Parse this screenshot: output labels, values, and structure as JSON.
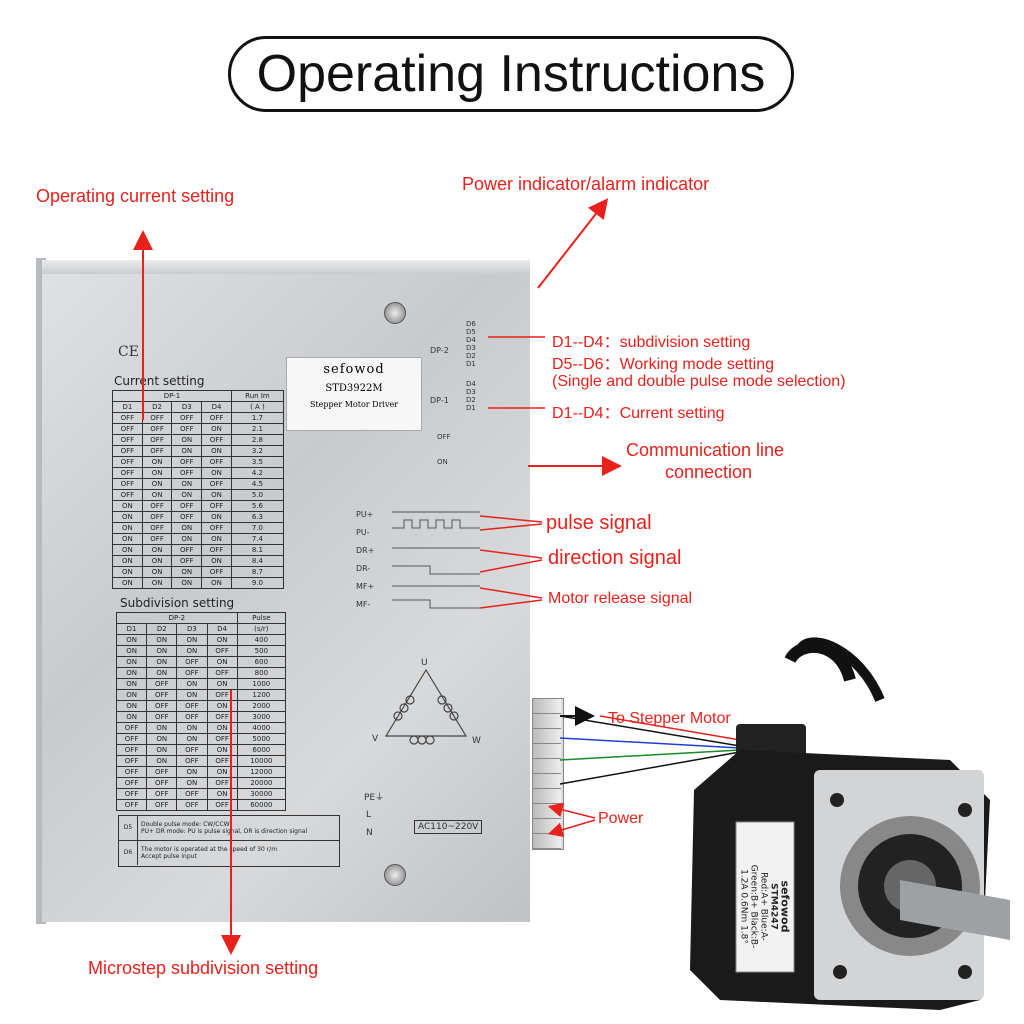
{
  "title": "Operating Instructions",
  "annotations": {
    "operating_current": "Operating current setting",
    "power_indicator": "Power indicator/alarm indicator",
    "subdivision_setting": "D1--D4：subdivision setting",
    "working_mode": "D5--D6：Working mode setting",
    "pulse_mode": "(Single and double pulse mode selection)",
    "current_setting": "D1--D4：Current setting",
    "comm_line_1": "Communication line",
    "comm_line_2": "connection",
    "pulse_signal": "pulse signal",
    "direction_signal": "direction signal",
    "motor_release": "Motor release signal",
    "to_stepper": "To Stepper Motor",
    "power": "Power",
    "microstep": "Microstep subdivision setting"
  },
  "driver": {
    "brand": "sefowod",
    "model": "STD3922M",
    "subtitle": "Stepper Motor Driver",
    "ce": "CE",
    "current_title": "Current setting",
    "subdivision_title": "Subdivision setting",
    "dp1": "DP-1",
    "dp2": "DP-2",
    "run_im": "Run Im",
    "run_unit": "( A )",
    "pulse": "Pulse",
    "pulse_unit": "(s/r)",
    "switch_off": "OFF",
    "switch_on": "ON",
    "dp2_pins": [
      "D6",
      "D5",
      "D4",
      "D3",
      "D2",
      "D1"
    ],
    "dp1_pins": [
      "D4",
      "D3",
      "D2",
      "D1"
    ],
    "signals": [
      "PU+",
      "PU-",
      "DR+",
      "DR-",
      "MF+",
      "MF-"
    ],
    "phase_u": "U",
    "phase_v": "V",
    "phase_w": "W",
    "pe": "PE⏚",
    "l": "L",
    "n": "N",
    "ac": "AC110~220V",
    "current_table": {
      "headers": [
        "D1",
        "D2",
        "D3",
        "D4"
      ],
      "rows": [
        [
          "OFF",
          "OFF",
          "OFF",
          "OFF",
          "1.7"
        ],
        [
          "OFF",
          "OFF",
          "OFF",
          "ON",
          "2.1"
        ],
        [
          "OFF",
          "OFF",
          "ON",
          "OFF",
          "2.8"
        ],
        [
          "OFF",
          "OFF",
          "ON",
          "ON",
          "3.2"
        ],
        [
          "OFF",
          "ON",
          "OFF",
          "OFF",
          "3.5"
        ],
        [
          "OFF",
          "ON",
          "OFF",
          "ON",
          "4.2"
        ],
        [
          "OFF",
          "ON",
          "ON",
          "OFF",
          "4.5"
        ],
        [
          "OFF",
          "ON",
          "ON",
          "ON",
          "5.0"
        ],
        [
          "ON",
          "OFF",
          "OFF",
          "OFF",
          "5.6"
        ],
        [
          "ON",
          "OFF",
          "OFF",
          "ON",
          "6.3"
        ],
        [
          "ON",
          "OFF",
          "ON",
          "OFF",
          "7.0"
        ],
        [
          "ON",
          "OFF",
          "ON",
          "ON",
          "7.4"
        ],
        [
          "ON",
          "ON",
          "OFF",
          "OFF",
          "8.1"
        ],
        [
          "ON",
          "ON",
          "OFF",
          "ON",
          "8.4"
        ],
        [
          "ON",
          "ON",
          "ON",
          "OFF",
          "8.7"
        ],
        [
          "ON",
          "ON",
          "ON",
          "ON",
          "9.0"
        ]
      ]
    },
    "subdivision_table": {
      "headers": [
        "D1",
        "D2",
        "D3",
        "D4"
      ],
      "rows": [
        [
          "ON",
          "ON",
          "ON",
          "ON",
          "400"
        ],
        [
          "ON",
          "ON",
          "ON",
          "OFF",
          "500"
        ],
        [
          "ON",
          "ON",
          "OFF",
          "ON",
          "600"
        ],
        [
          "ON",
          "ON",
          "OFF",
          "OFF",
          "800"
        ],
        [
          "ON",
          "OFF",
          "ON",
          "ON",
          "1000"
        ],
        [
          "ON",
          "OFF",
          "ON",
          "OFF",
          "1200"
        ],
        [
          "ON",
          "OFF",
          "OFF",
          "ON",
          "2000"
        ],
        [
          "ON",
          "OFF",
          "OFF",
          "OFF",
          "3000"
        ],
        [
          "OFF",
          "ON",
          "ON",
          "ON",
          "4000"
        ],
        [
          "OFF",
          "ON",
          "ON",
          "OFF",
          "5000"
        ],
        [
          "OFF",
          "ON",
          "OFF",
          "ON",
          "6000"
        ],
        [
          "OFF",
          "ON",
          "OFF",
          "OFF",
          "10000"
        ],
        [
          "OFF",
          "OFF",
          "ON",
          "ON",
          "12000"
        ],
        [
          "OFF",
          "OFF",
          "ON",
          "OFF",
          "20000"
        ],
        [
          "OFF",
          "OFF",
          "OFF",
          "ON",
          "30000"
        ],
        [
          "OFF",
          "OFF",
          "OFF",
          "OFF",
          "60000"
        ]
      ]
    },
    "modes": {
      "d5": "D5",
      "d5_on": "Double pulse mode: CW/CCW",
      "d5_off": "PU+ DR mode: PU is pulse signal, DR is direction signal",
      "d6": "D6",
      "d6_on": "The motor is operated at the speed of 30 r/m",
      "d6_off": "Accept pulse input"
    }
  },
  "motor": {
    "brand": "sefowod",
    "model": "STM4247",
    "wiring": "Red:A+ Blue:A-",
    "wiring2": "Green:B+ Black:B-",
    "spec": "1.2A 0.6Nm 1.8°"
  },
  "colors": {
    "accent": "#e8211c",
    "wire_black": "#111111",
    "wire_blue": "#1f3fd1",
    "wire_green": "#1a8a2a",
    "wire_red": "#e8211c"
  }
}
